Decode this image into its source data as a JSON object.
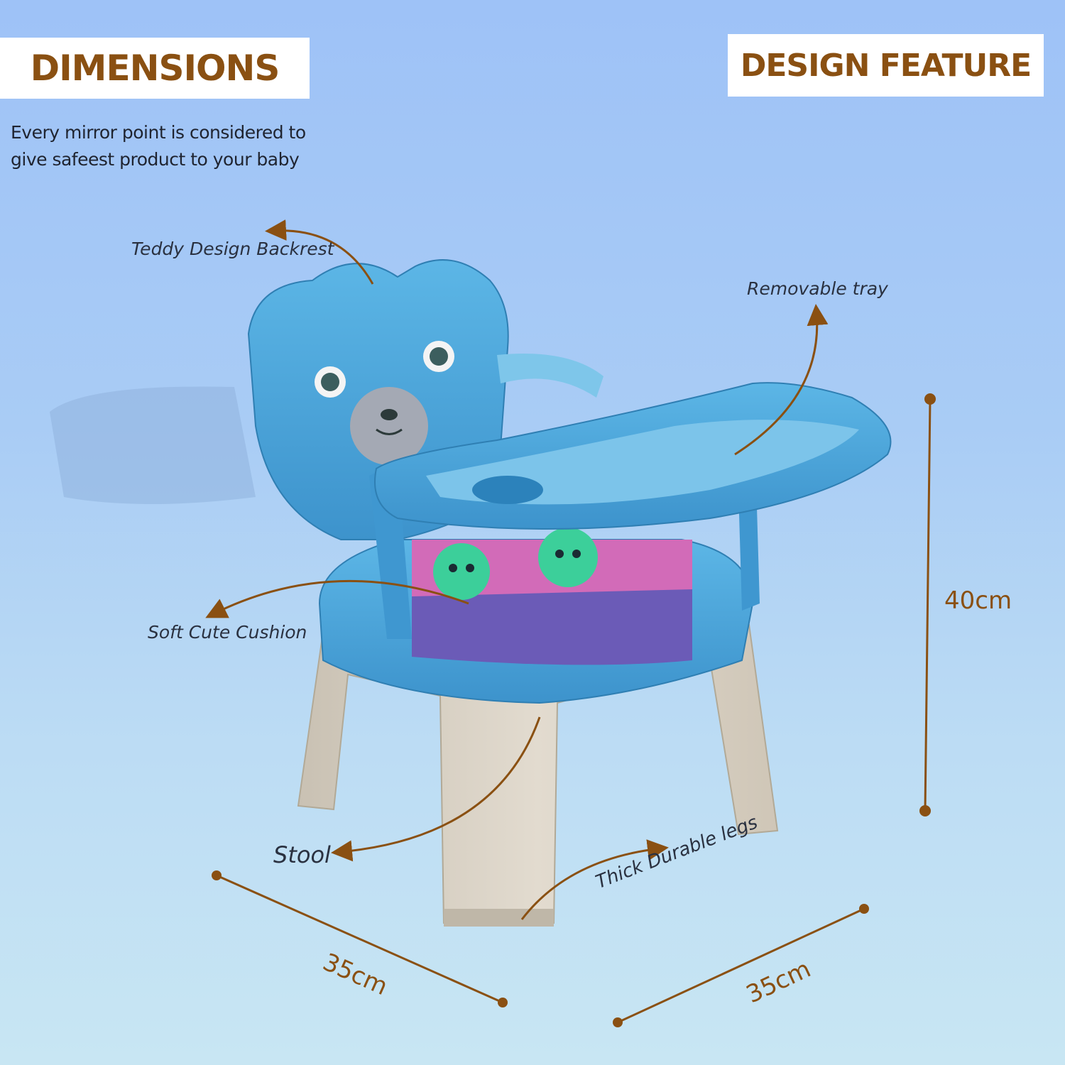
{
  "header": {
    "left_badge": "DIMENSIONS",
    "right_badge": "DESIGN FEATURE",
    "tagline_line1": "Every mirror point is considered to",
    "tagline_line2": "give safeest product to your baby"
  },
  "callouts": {
    "backrest": "Teddy Design Backrest",
    "tray": "Removable tray",
    "cushion": "Soft Cute Cushion",
    "stool": "Stool",
    "legs": "Thick Durable legs"
  },
  "dimensions": {
    "height": "40cm",
    "depth": "35cm",
    "width": "35cm"
  },
  "colors": {
    "accent": "#8a5012",
    "chair_blue": "#4aa3d8",
    "stool_beige": "#d8d0c2"
  }
}
